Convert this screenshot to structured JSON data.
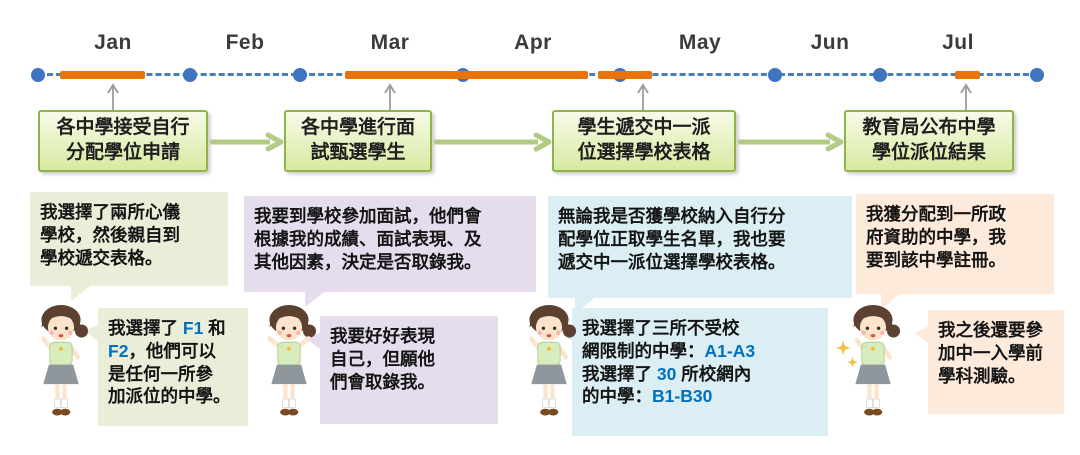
{
  "timeline": {
    "months": [
      "Jan",
      "Feb",
      "Mar",
      "Apr",
      "May",
      "Jun",
      "Jul"
    ]
  },
  "steps": [
    {
      "label": "各中學接受自行\n分配學位申請"
    },
    {
      "label": "各中學進行面\n試甄選學生"
    },
    {
      "label": "學生遞交中一派\n位選擇學校表格"
    },
    {
      "label": "教育局公布中學\n學位派位結果"
    }
  ],
  "bubbles": {
    "col1_top": "我選擇了兩所心儀\n學校，然後親自到\n學校遞交表格。",
    "col1_bottom": [
      "我選擇了 ",
      "F1",
      " 和\n",
      "F2",
      "，他們可以\n是任何一所參\n加派位的中學。"
    ],
    "col2_top": "我要到學校參加面試，他們會\n根據我的成績、面試表現、及\n其他因素，決定是否取錄我。",
    "col2_bottom": "我要好好表現\n自己，但願他\n們會取錄我。",
    "col3_top": "無論我是否獲學校納入自行分\n配學位正取學生名單，我也要\n遞交中一派位選擇學校表格。",
    "col3_bottom": [
      "我選擇了三所不受校\n網限制的中學：",
      "A1-A3",
      "\n我選擇了 ",
      "30",
      " 所校網內\n的中學：",
      "B1-B30"
    ],
    "col4_top": "我獲分配到一所政\n府資助的中學，我\n要到該中學註冊。",
    "col4_bottom": "我之後還要參\n加中一入學前\n學科測驗。"
  },
  "icons": {
    "girl": "student-girl-illustration",
    "sparkle": "sparkle-icon"
  },
  "colors": {
    "timeline_blue": "#4a7ebb",
    "active_segment_orange": "#e8730a",
    "step_green_border": "#8fb348",
    "bubble_col1": "#eaeed9",
    "bubble_col2": "#e5ddee",
    "bubble_col3": "#daeef3",
    "bubble_col4": "#fdeada",
    "accent_blue_text": "#0070c0"
  }
}
